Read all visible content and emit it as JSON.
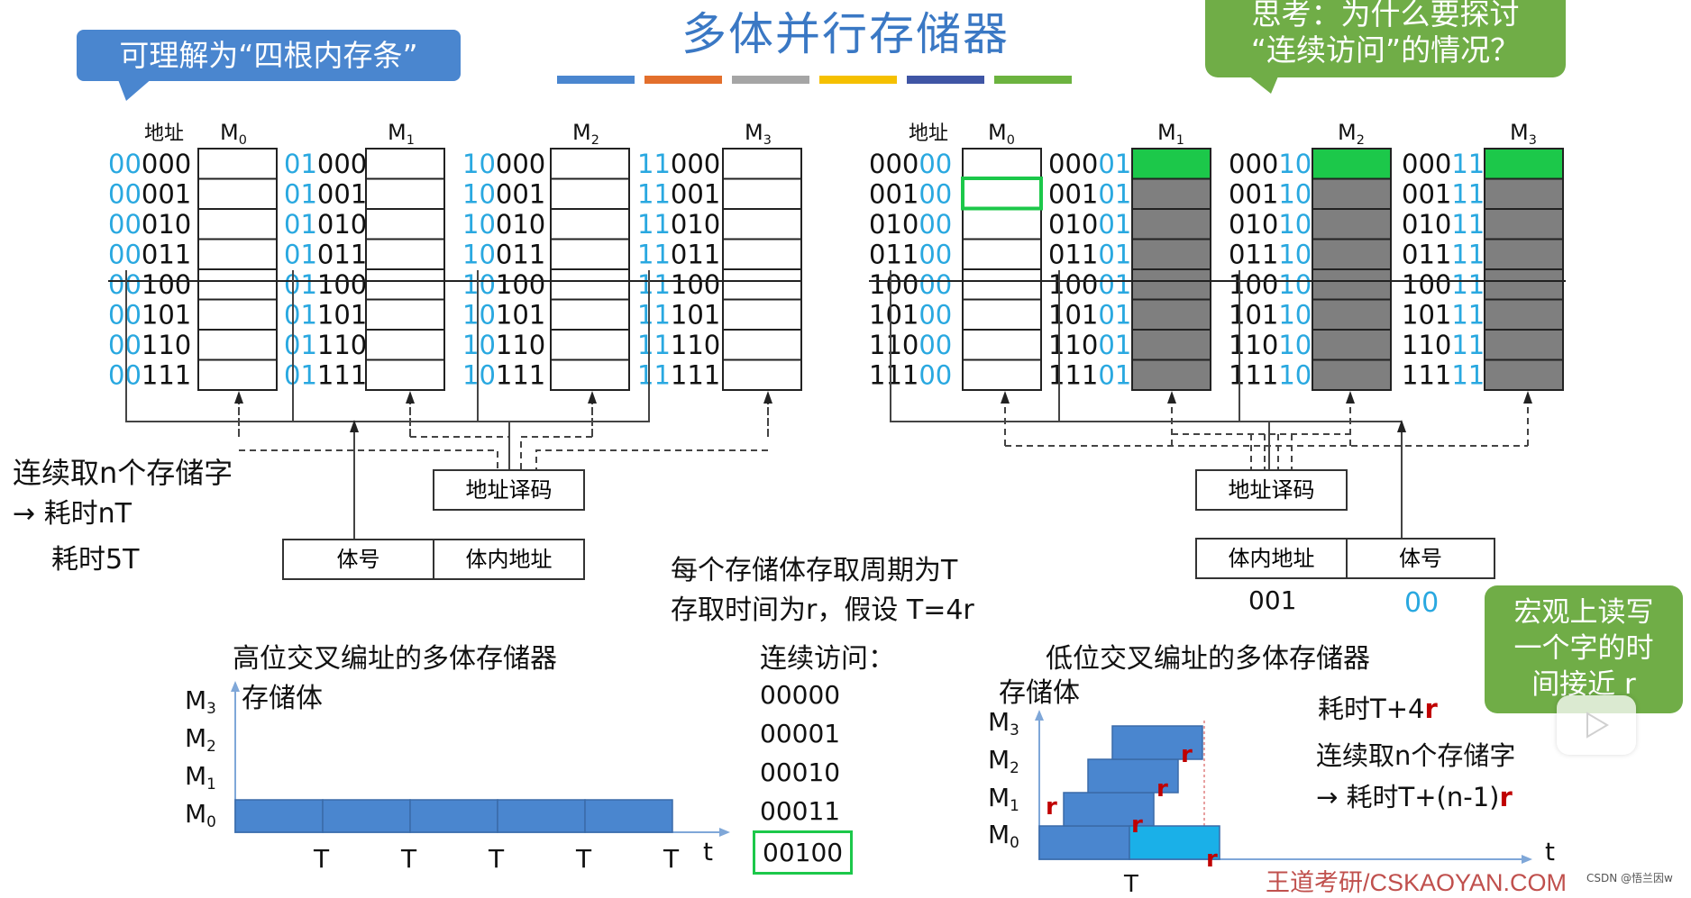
{
  "title": "多体并行存储器",
  "rule_colors": [
    "#4a86cf",
    "#e36f2c",
    "#a5a5a5",
    "#f5c000",
    "#3f55a5",
    "#6cb33f"
  ],
  "callouts": {
    "understand": "可理解为“四根内存条”",
    "think_line1": "思考：为什么要探讨",
    "think_line2": "“连续访问”的情况？",
    "macro_line1": "宏观上读写",
    "macro_line2": "一个字的时",
    "macro_line3": "间接近 r"
  },
  "labels": {
    "addr": "地址",
    "module_names": [
      "M0",
      "M1",
      "M2",
      "M3"
    ],
    "decoder": "地址译码",
    "bank_no": "体号",
    "in_bank_addr": "体内地址",
    "high_caption": "高位交叉编址的多体存储器",
    "low_caption": "低位交叉编址的多体存储器",
    "storage_body": "存储体",
    "sample_in_bank": "001",
    "sample_bank": "00"
  },
  "high_addresses": {
    "prefixes": [
      "00",
      "01",
      "10",
      "11"
    ],
    "suffixes": [
      "000",
      "001",
      "010",
      "011",
      "100",
      "101",
      "110",
      "111"
    ]
  },
  "low_addresses": {
    "prefixes": [
      "000",
      "001",
      "010",
      "011",
      "100",
      "101",
      "110",
      "111"
    ],
    "suffixes": [
      "00",
      "01",
      "10",
      "11"
    ]
  },
  "notes": {
    "cont_n": "连续取n个存储字",
    "cost_nT": "→ 耗时nT",
    "cost_5T": "耗时5T",
    "cycle1": "每个存储体存取周期为T",
    "cycle2": "存取时间为r，假设 T=4r",
    "cont_access": "连续访问：",
    "access_seq": [
      "00000",
      "00001",
      "00010",
      "00011",
      "00100"
    ],
    "cost_T4r_prefix": "耗时T+4",
    "cost_T4r_r": "r",
    "cont_n2": "连续取n个存储字",
    "cost_Tn1r_prefix": "→ 耗时T+(n-1)",
    "cost_Tn1r_r": "r"
  },
  "timing": {
    "high_modules": [
      "M3",
      "M2",
      "M1",
      "M0"
    ],
    "low_modules": [
      "M3",
      "M2",
      "M1",
      "M0"
    ],
    "ticks": [
      "T",
      "T",
      "T",
      "T",
      "T"
    ],
    "axis_t": "t",
    "r_mark": "r",
    "low_tick": "T"
  },
  "watermark": "王道考研/CSKAOYAN.COM",
  "csdn": "CSDN @悟兰因w",
  "colors": {
    "accent_blue": "#29a8e0",
    "bar_blue": "#4a86cf",
    "bar_cyan": "#1ab0e8",
    "green": "#1cc84a",
    "gray": "#7f7f7f",
    "red": "#c00000"
  }
}
